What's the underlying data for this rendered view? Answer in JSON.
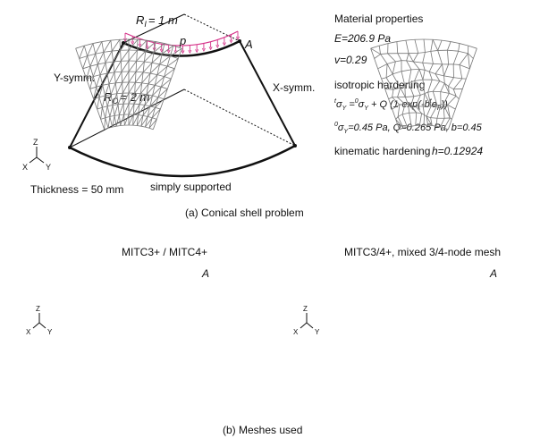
{
  "figure_a": {
    "caption": "(a)  Conical shell problem",
    "r_inner_symbol": "R",
    "r_inner_sub": "I",
    "r_inner_value": "= 1  m",
    "r_outer_symbol": "R",
    "r_outer_sub": "O",
    "r_outer_value": "= 2  m",
    "pressure_label": "p",
    "point_label": "A",
    "y_symm_label": "Y-symm.",
    "x_symm_label": "X-symm.",
    "thickness_label": "Thickness = 50  mm",
    "support_label": "simply supported",
    "axis_z": "Z",
    "axis_x": "X",
    "axis_y": "Y"
  },
  "properties": {
    "heading": "Material properties",
    "youngs_modulus": "E=206.9  Pa",
    "poisson": "v=0.29",
    "isotropic_heading": "isotropic hardening",
    "iso_law": {
      "pre": "t",
      "sigma1": "σ",
      "sub1": "Y",
      "eq": " =",
      "pre2": "0",
      "sigma2": "σ",
      "sub2": "Y",
      "rest": " + Q (1-exp(-b",
      "pre3": "t",
      "eps": "e",
      "sub3": "P",
      "close": "))"
    },
    "iso_params": {
      "pre": "0",
      "sigma": "σ",
      "sub": "Y",
      "rest": "=0.45  Pa, Q=0.265  Pa, b=0.45"
    },
    "kinematic_heading": "kinematic hardening",
    "kinematic_value": "h=0.12924"
  },
  "figure_b": {
    "caption": "(b) Meshes used",
    "left_title": "MITC3+ / MITC4+",
    "right_title": "MITC3/4+, mixed 3/4-node mesh",
    "point_label": "A",
    "axis_z": "Z",
    "axis_x": "X",
    "axis_y": "Y"
  },
  "colors": {
    "pressure": "#d6338a",
    "lines": "#111111",
    "mesh": "#777777"
  }
}
